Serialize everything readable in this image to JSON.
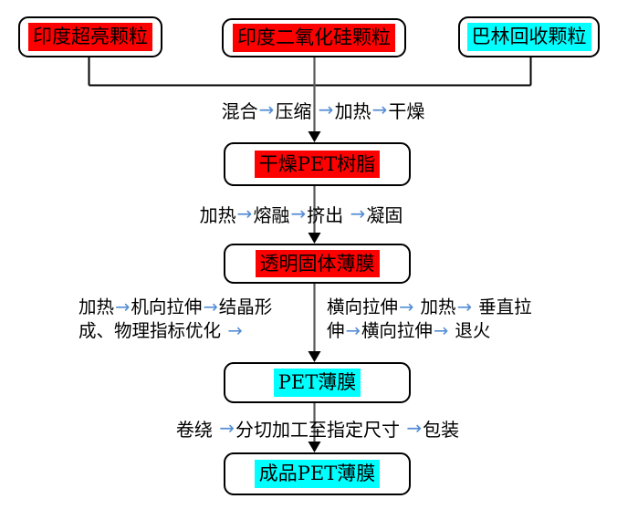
{
  "colors": {
    "red": "#ff0000",
    "cyan": "#00ffff",
    "arrow": "#558ed5",
    "line": "#595959",
    "ink": "#000000"
  },
  "nodes": {
    "source_ultra_bright": {
      "label": "印度超亮颗粒",
      "highlight": "red"
    },
    "source_silica": {
      "label": "印度二氧化硅颗粒",
      "highlight": "red"
    },
    "source_bahrain_recycled": {
      "label": "巴林回收颗粒",
      "highlight": "cyan"
    },
    "dried_pet_resin": {
      "label": "干燥PET树脂",
      "highlight": "red"
    },
    "transparent_solid_film": {
      "label": "透明固体薄膜",
      "highlight": "red"
    },
    "pet_film": {
      "label": "PET薄膜",
      "highlight": "cyan"
    },
    "finished_pet_film": {
      "label": "成品PET薄膜",
      "highlight": "cyan"
    }
  },
  "process_rows": {
    "mixing": [
      {
        "type": "text",
        "text": "混合"
      },
      {
        "type": "arrow",
        "text": "→"
      },
      {
        "type": "text",
        "text": "压缩 "
      },
      {
        "type": "arrow",
        "text": "→"
      },
      {
        "type": "text",
        "text": "加热"
      },
      {
        "type": "arrow",
        "text": "→"
      },
      {
        "type": "text",
        "text": "干燥"
      }
    ],
    "melting": [
      {
        "type": "text",
        "text": "加热"
      },
      {
        "type": "arrow",
        "text": "→"
      },
      {
        "type": "text",
        "text": "熔融"
      },
      {
        "type": "arrow",
        "text": "→"
      },
      {
        "type": "text",
        "text": "挤出 "
      },
      {
        "type": "arrow",
        "text": "→"
      },
      {
        "type": "text",
        "text": "凝固"
      }
    ],
    "stretch_left_line1": [
      {
        "type": "text",
        "text": "加热"
      },
      {
        "type": "arrow",
        "text": "→"
      },
      {
        "type": "text",
        "text": "机向拉伸"
      },
      {
        "type": "arrow",
        "text": "→"
      },
      {
        "type": "text",
        "text": "结晶形"
      }
    ],
    "stretch_left_line2": [
      {
        "type": "text",
        "text": "成、物理指标优化 "
      },
      {
        "type": "arrow",
        "text": "→"
      }
    ],
    "stretch_right_line1": [
      {
        "type": "text",
        "text": "横向拉伸"
      },
      {
        "type": "arrow",
        "text": "→"
      },
      {
        "type": "text",
        "text": " 加热"
      },
      {
        "type": "arrow",
        "text": "→"
      },
      {
        "type": "text",
        "text": " 垂直拉"
      }
    ],
    "stretch_right_line2": [
      {
        "type": "text",
        "text": "伸"
      },
      {
        "type": "arrow",
        "text": "→"
      },
      {
        "type": "text",
        "text": "横向拉伸"
      },
      {
        "type": "arrow",
        "text": "→"
      },
      {
        "type": "text",
        "text": " 退火"
      }
    ],
    "finishing": [
      {
        "type": "text",
        "text": "卷绕 "
      },
      {
        "type": "arrow",
        "text": "→"
      },
      {
        "type": "text",
        "text": "分切加工至指定尺寸 "
      },
      {
        "type": "arrow",
        "text": "→"
      },
      {
        "type": "text",
        "text": "包装"
      }
    ]
  }
}
